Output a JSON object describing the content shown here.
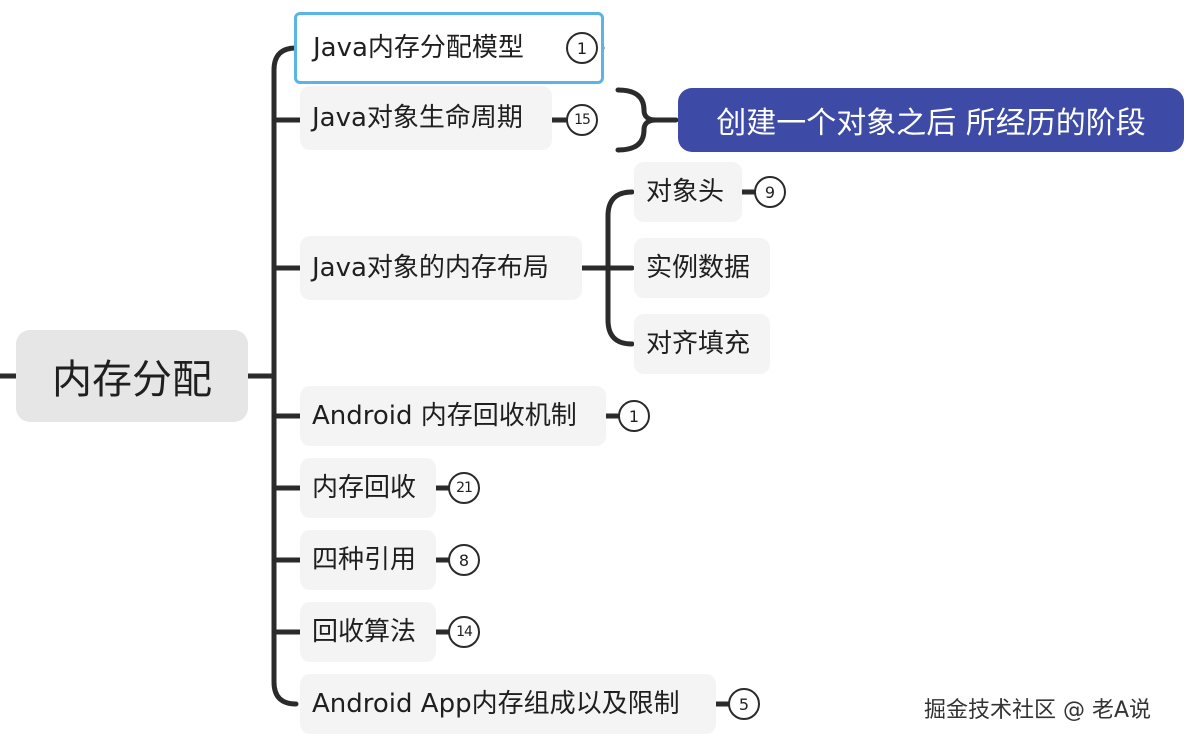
{
  "root": {
    "label": "内存分配"
  },
  "branches": [
    {
      "label": "Java内存分配模型",
      "badge": "1"
    },
    {
      "label": "Java对象生命周期",
      "badge": "15"
    },
    {
      "label": "Java对象的内存布局",
      "children": [
        {
          "label": "对象头",
          "badge": "9"
        },
        {
          "label": "实例数据"
        },
        {
          "label": "对齐填充"
        }
      ]
    },
    {
      "label": "Android 内存回收机制",
      "badge": "1"
    },
    {
      "label": "内存回收",
      "badge": "21"
    },
    {
      "label": "四种引用",
      "badge": "8"
    },
    {
      "label": "回收算法",
      "badge": "14"
    },
    {
      "label": "Android App内存组成以及限制",
      "badge": "5"
    }
  ],
  "summary": {
    "label": "创建一个对象之后 所经历的阶段"
  },
  "watermark": "掘金技术社区 @ 老A说",
  "colors": {
    "summary_bg": "#3d4aa6",
    "selection_border": "#5ab4e6",
    "connector": "#2b2b2b",
    "node_bg": "#f4f4f4"
  }
}
